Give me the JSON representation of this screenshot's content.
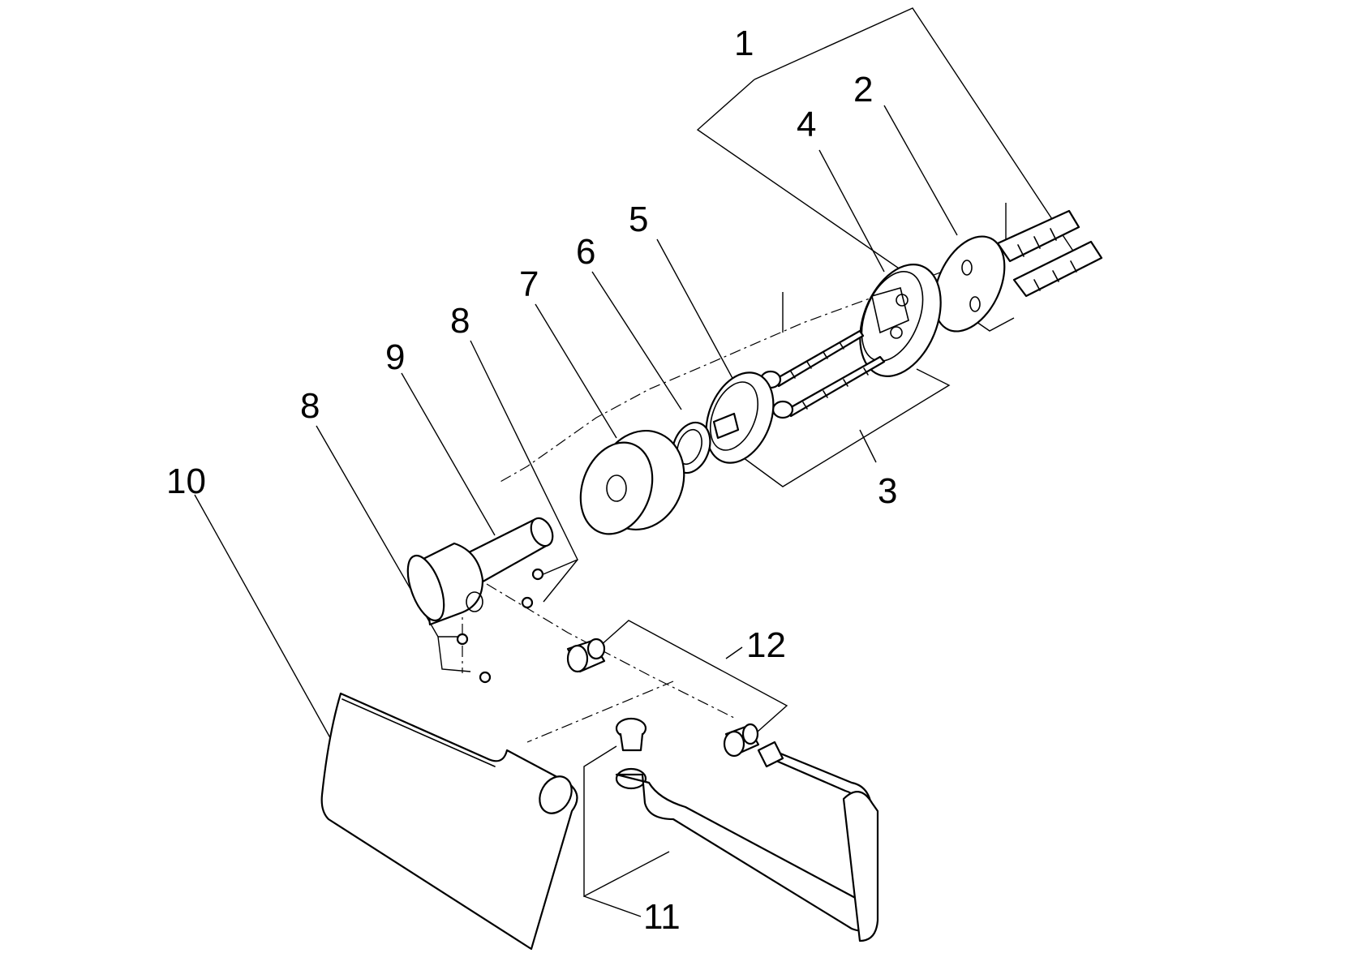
{
  "diagram": {
    "type": "exploded-parts-view",
    "callouts": [
      "1",
      "2",
      "3",
      "4",
      "5",
      "6",
      "7",
      "8",
      "8",
      "9",
      "10",
      "11",
      "12"
    ]
  },
  "colors": {
    "ink": "#000000",
    "paper": "#ffffff"
  }
}
